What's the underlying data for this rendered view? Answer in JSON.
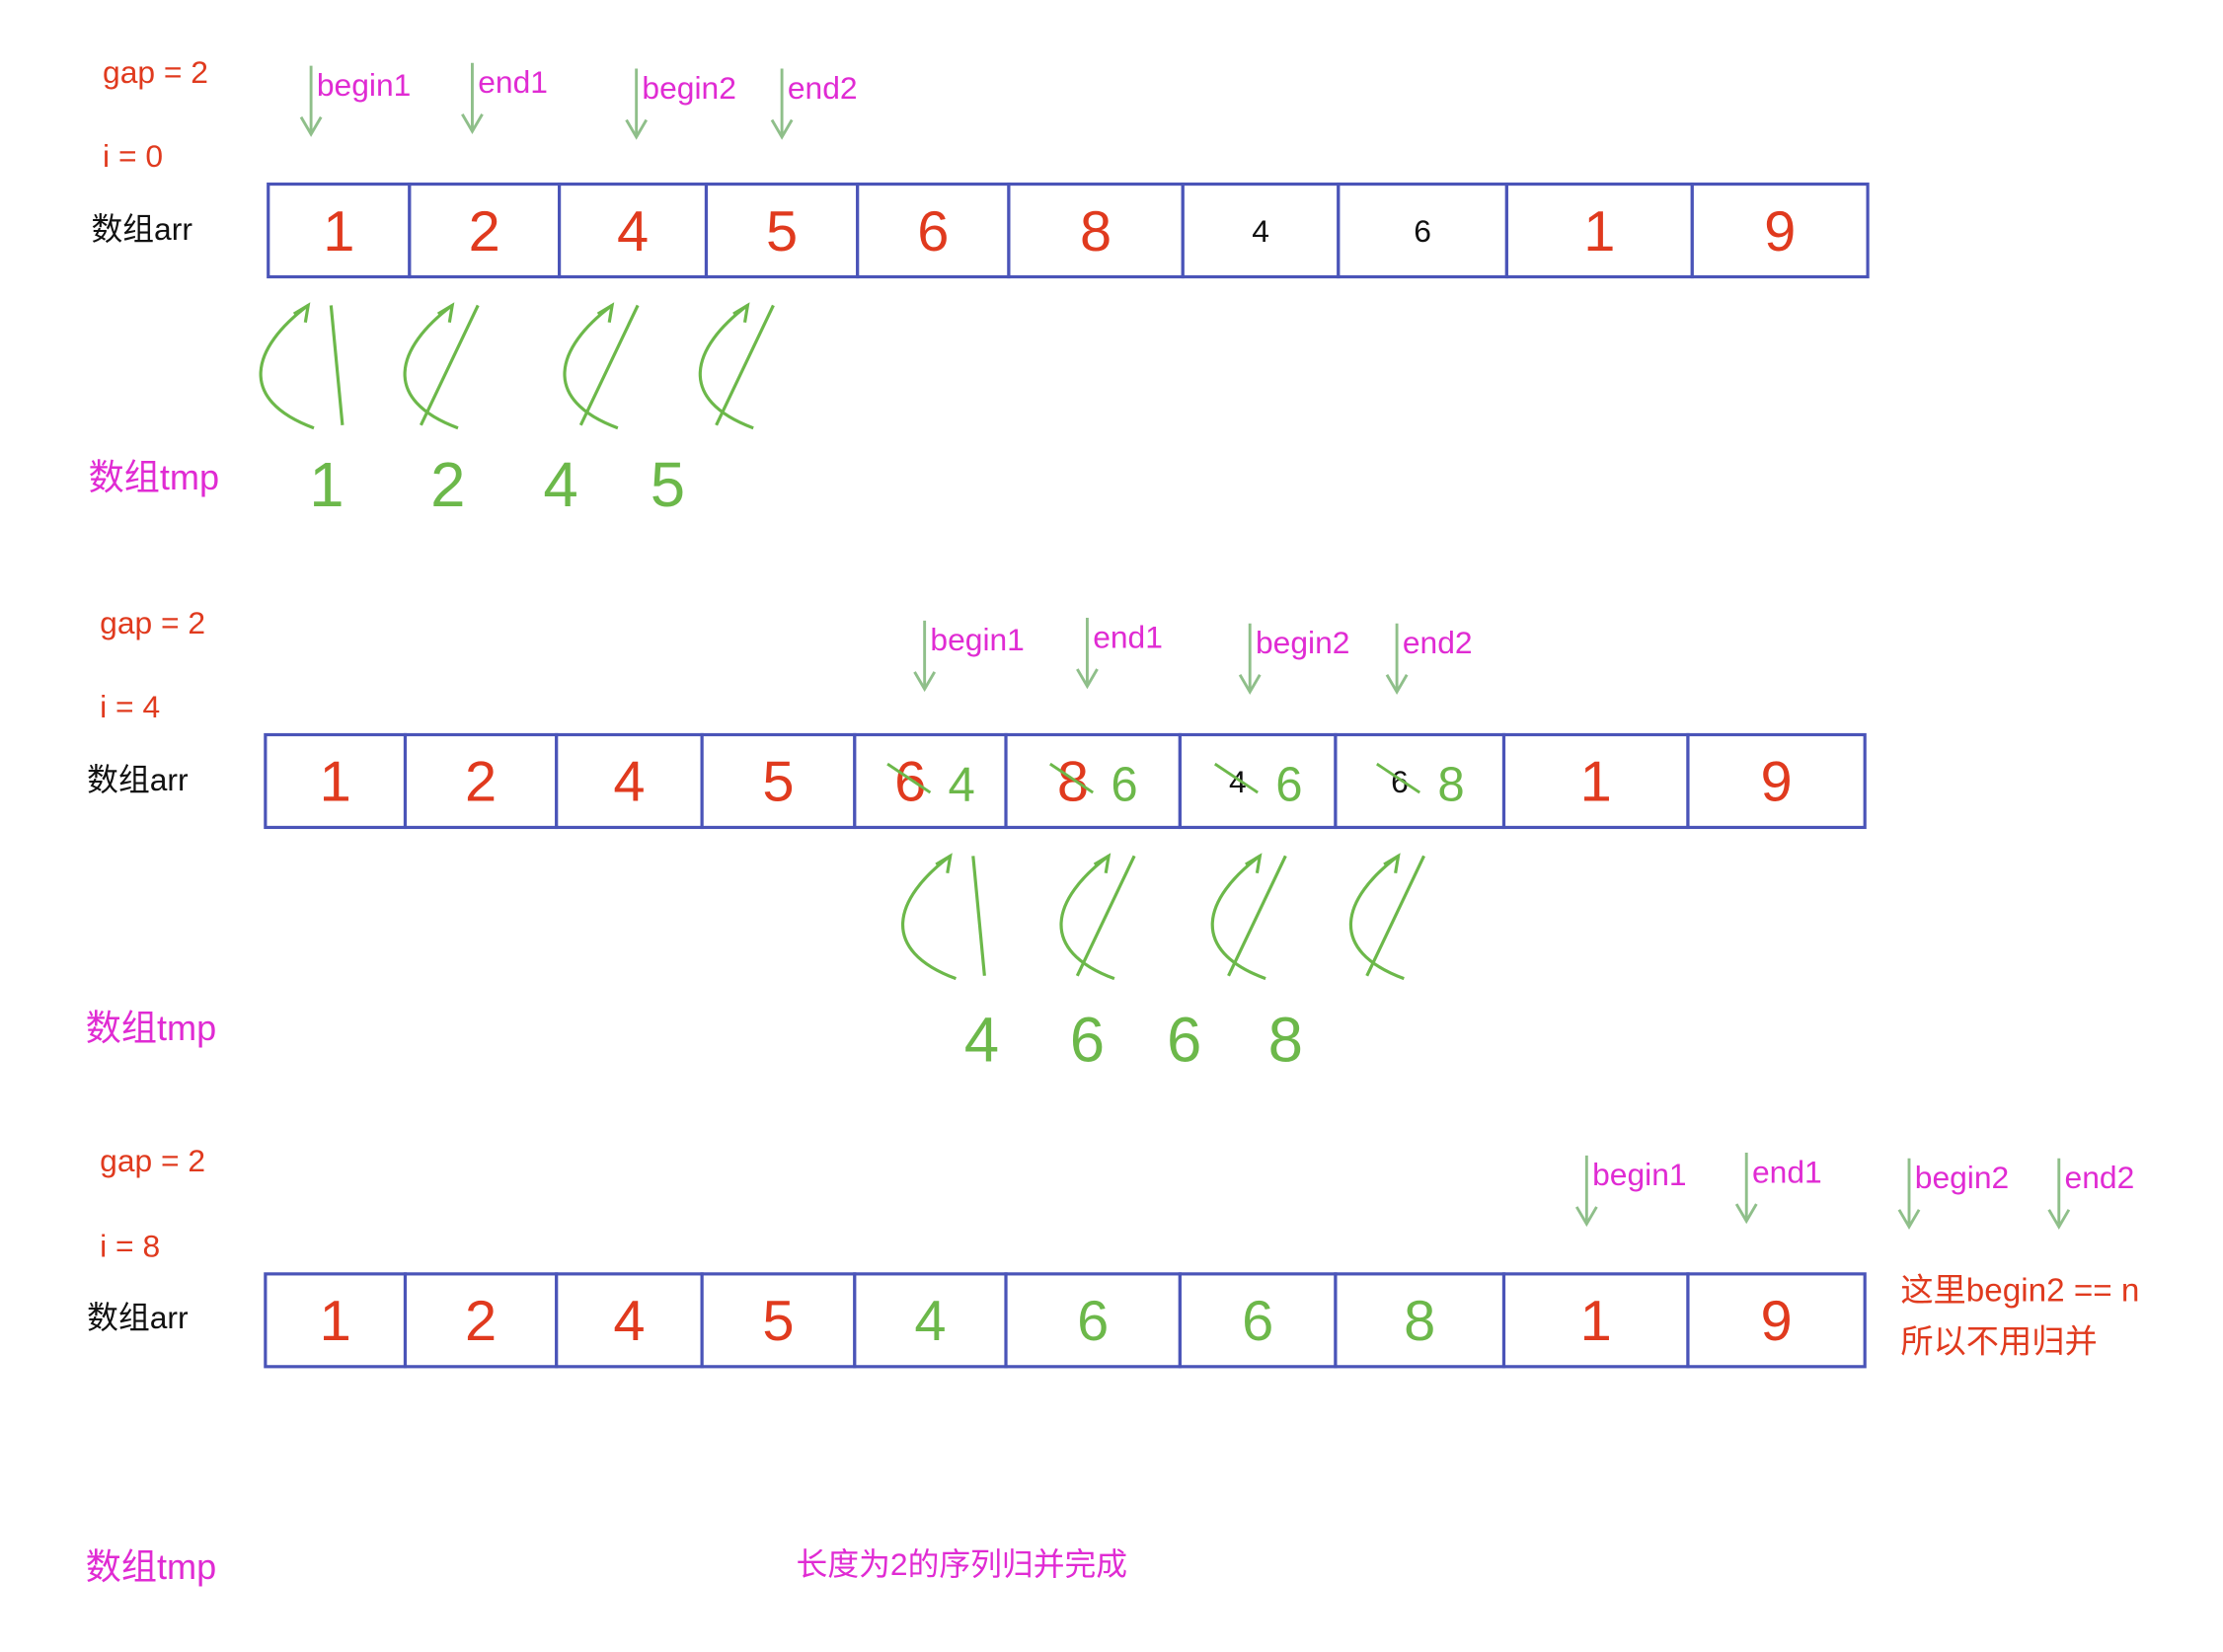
{
  "colors": {
    "red": "#e03a1e",
    "magenta": "#e02bd3",
    "green": "#6cb84a",
    "black": "#111111",
    "grey_green": "#8fbf8a",
    "border": "#4a54b8"
  },
  "panels": [
    {
      "gap_label": "gap = 2",
      "i_label": "i = 0",
      "arr_label": "数组arr",
      "tmp_label": "数组tmp",
      "cells": [
        {
          "text": "1",
          "color": "red",
          "style": "hand"
        },
        {
          "text": "2",
          "color": "red",
          "style": "hand"
        },
        {
          "text": "4",
          "color": "red",
          "style": "hand"
        },
        {
          "text": "5",
          "color": "red",
          "style": "hand"
        },
        {
          "text": "6",
          "color": "red",
          "style": "hand"
        },
        {
          "text": "8",
          "color": "red",
          "style": "hand"
        },
        {
          "text": "4",
          "color": "black",
          "style": "print"
        },
        {
          "text": "6",
          "color": "black",
          "style": "print"
        },
        {
          "text": "1",
          "color": "red",
          "style": "hand"
        },
        {
          "text": "9",
          "color": "red",
          "style": "hand"
        }
      ],
      "pointers": [
        {
          "label": "begin1"
        },
        {
          "label": "end1"
        },
        {
          "label": "begin2"
        },
        {
          "label": "end2"
        }
      ],
      "tmp_values": [
        "1",
        "2",
        "4",
        "5"
      ]
    },
    {
      "gap_label": "gap = 2",
      "i_label": "i = 4",
      "arr_label": "数组arr",
      "tmp_label": "数组tmp",
      "cells": [
        {
          "text": "1",
          "color": "red",
          "style": "hand"
        },
        {
          "text": "2",
          "color": "red",
          "style": "hand"
        },
        {
          "text": "4",
          "color": "red",
          "style": "hand"
        },
        {
          "text": "5",
          "color": "red",
          "style": "hand"
        },
        {
          "text": "6",
          "color": "red",
          "style": "hand",
          "struck": true,
          "replacement": "4"
        },
        {
          "text": "8",
          "color": "red",
          "style": "hand",
          "struck": true,
          "replacement": "6"
        },
        {
          "text": "4",
          "color": "black",
          "style": "print",
          "struck": true,
          "replacement": "6"
        },
        {
          "text": "6",
          "color": "black",
          "style": "print",
          "struck": true,
          "replacement": "8"
        },
        {
          "text": "1",
          "color": "red",
          "style": "hand"
        },
        {
          "text": "9",
          "color": "red",
          "style": "hand"
        }
      ],
      "pointers": [
        {
          "label": "begin1"
        },
        {
          "label": "end1"
        },
        {
          "label": "begin2"
        },
        {
          "label": "end2"
        }
      ],
      "tmp_values": [
        "4",
        "6",
        "6",
        "8"
      ]
    },
    {
      "gap_label": "gap = 2",
      "i_label": "i = 8",
      "arr_label": "数组arr",
      "tmp_label": "数组tmp",
      "cells": [
        {
          "text": "1",
          "color": "red",
          "style": "hand"
        },
        {
          "text": "2",
          "color": "red",
          "style": "hand"
        },
        {
          "text": "4",
          "color": "red",
          "style": "hand"
        },
        {
          "text": "5",
          "color": "red",
          "style": "hand"
        },
        {
          "text": "4",
          "color": "green",
          "style": "hand"
        },
        {
          "text": "6",
          "color": "green",
          "style": "hand"
        },
        {
          "text": "6",
          "color": "green",
          "style": "hand"
        },
        {
          "text": "8",
          "color": "green",
          "style": "hand"
        },
        {
          "text": "1",
          "color": "red",
          "style": "hand"
        },
        {
          "text": "9",
          "color": "red",
          "style": "hand"
        }
      ],
      "pointers": [
        {
          "label": "begin1"
        },
        {
          "label": "end1"
        },
        {
          "label": "begin2"
        },
        {
          "label": "end2"
        }
      ],
      "tmp_values": [],
      "note_line1": "这里begin2 == n",
      "note_line2": "所以不用归并"
    }
  ],
  "footer_caption": "长度为2的序列归并完成"
}
